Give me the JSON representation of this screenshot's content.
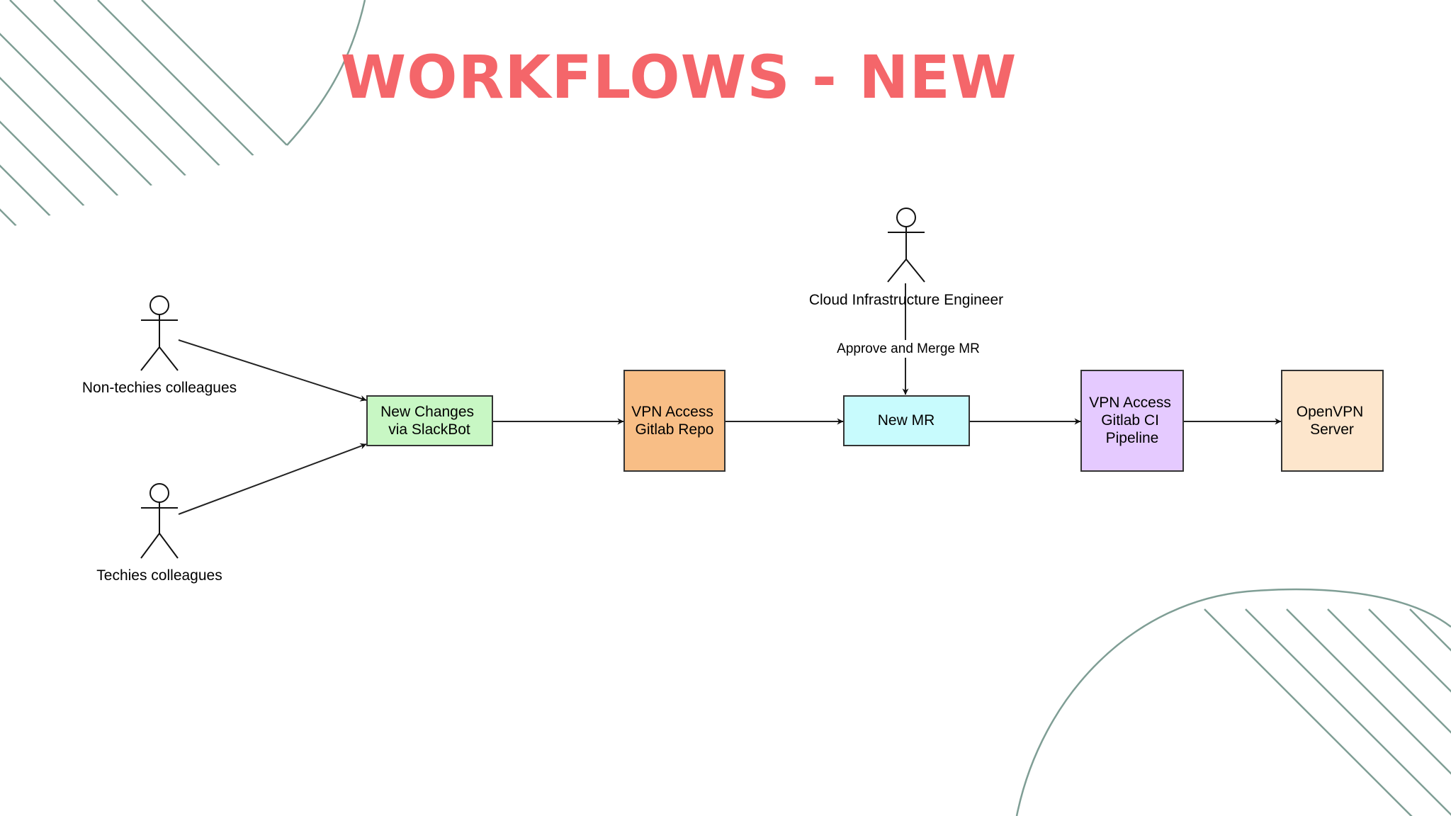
{
  "title": {
    "text": "WORKFLOWS - NEW",
    "color": "#f4666a"
  },
  "actors": [
    {
      "id": "non-techies",
      "label": "Non-techies colleagues"
    },
    {
      "id": "techies",
      "label": "Techies colleagues"
    },
    {
      "id": "cloud-engineer",
      "label": "Cloud Infrastructure Engineer"
    }
  ],
  "nodes": [
    {
      "id": "slackbot",
      "lines": [
        "New Changes",
        "via SlackBot"
      ],
      "fill": "#c8f7c4"
    },
    {
      "id": "gitlab-repo",
      "lines": [
        "VPN Access",
        "Gitlab Repo"
      ],
      "fill": "#f8be86"
    },
    {
      "id": "new-mr",
      "lines": [
        "New MR"
      ],
      "fill": "#c8fbfd"
    },
    {
      "id": "ci-pipeline",
      "lines": [
        "VPN Access",
        "Gitlab CI",
        "Pipeline"
      ],
      "fill": "#e5caff"
    },
    {
      "id": "openvpn",
      "lines": [
        "OpenVPN",
        "Server"
      ],
      "fill": "#fde6cc"
    }
  ],
  "edges": [
    {
      "from": "non-techies",
      "to": "slackbot"
    },
    {
      "from": "techies",
      "to": "slackbot"
    },
    {
      "from": "slackbot",
      "to": "gitlab-repo"
    },
    {
      "from": "gitlab-repo",
      "to": "new-mr"
    },
    {
      "from": "cloud-engineer",
      "to": "new-mr",
      "label": "Approve and Merge MR"
    },
    {
      "from": "new-mr",
      "to": "ci-pipeline"
    },
    {
      "from": "ci-pipeline",
      "to": "openvpn"
    }
  ],
  "decoration_color": "#7f9e95"
}
